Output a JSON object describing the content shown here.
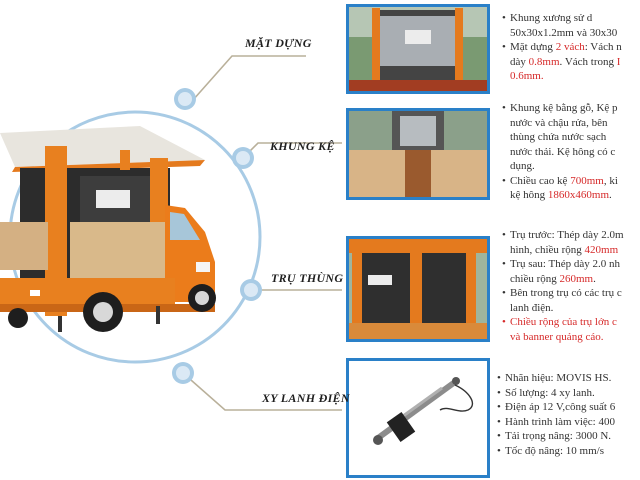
{
  "sections": {
    "mat_dung": {
      "label": "MẶT DỰNG",
      "lines": {
        "l1": "Khung xương sử d",
        "l2": "50x30x1.2mm và 30x30",
        "l3a": "Mặt dựng ",
        "l3b": "2 vách",
        "l3c": ": Vách n",
        "l4a": "dày ",
        "l4b": "0.8mm",
        "l4c": ". Vách trong ",
        "l4d": "I",
        "l5": "0.6mm."
      }
    },
    "khung_ke": {
      "label": "KHUNG KỆ",
      "lines": {
        "l1": "Khung kệ bằng gỗ, Kệ p",
        "l2": "nước và chậu rửa, bên",
        "l3": "thùng chứa nước sạch",
        "l4": "nước thải. Kệ hông có c",
        "l5": "dụng.",
        "l6a": "Chiều cao kệ ",
        "l6b": "700mm",
        "l6c": ", ki",
        "l7a": "kệ hông ",
        "l7b": "1860x460mm",
        "l7c": "."
      }
    },
    "tru_thung": {
      "label": "TRỤ THÙNG",
      "lines": {
        "l1": "Trụ trước: Thép dày 2.0m",
        "l2a": "hình, chiều rộng ",
        "l2b": "420mm",
        "l3": "Trụ sau: Thép dày 2.0 nh",
        "l4a": "chiều rộng ",
        "l4b": "260mm",
        "l4c": ".",
        "l5": "Bên trong trụ có các trụ c",
        "l6": "lanh điện.",
        "l7": "Chiều rộng của trụ lớn c",
        "l8": "và banner quảng cáo."
      }
    },
    "xy_lanh": {
      "label": "XY LANH ĐIỆN",
      "lines": {
        "l1": "Nhãn hiệu: MOVIS HS.",
        "l2": "Số lượng: 4 xy lanh.",
        "l3": "Điện áp 12 V,công suất 6",
        "l4": "Hành trình làm việc: 400",
        "l5": "Tải trọng nâng: 3000 N.",
        "l6": "Tốc độ nâng: 10 mm/s"
      }
    }
  }
}
